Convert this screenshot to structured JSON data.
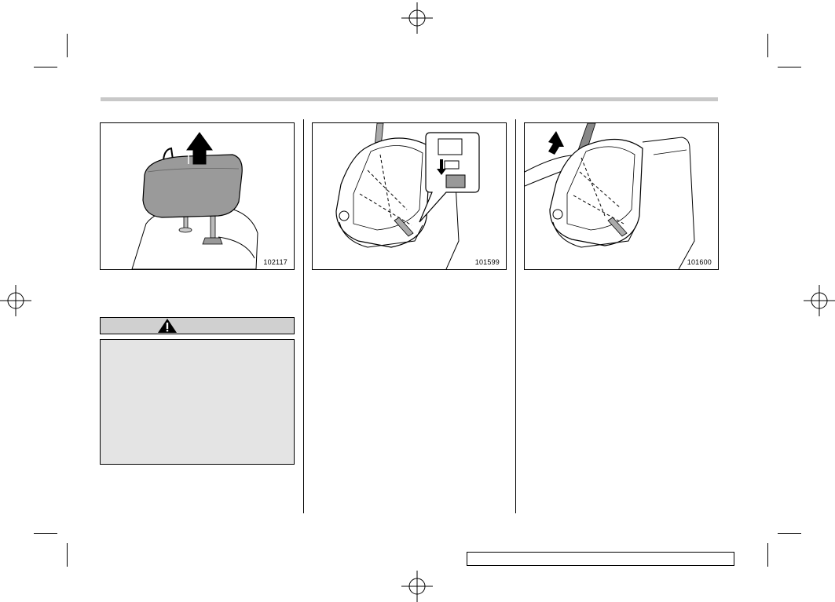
{
  "figures": {
    "headrest": {
      "id": "102117"
    },
    "child_seat_buckle": {
      "id": "101599"
    },
    "child_seat_pull": {
      "id": "101600"
    }
  },
  "warning": {
    "icon": "warning-triangle-icon"
  },
  "colors": {
    "header_rule": "#c8c8c8",
    "warning_header": "#d0d0d0",
    "warning_body": "#e4e4e4",
    "headrest_fill": "#9a9a9a"
  }
}
